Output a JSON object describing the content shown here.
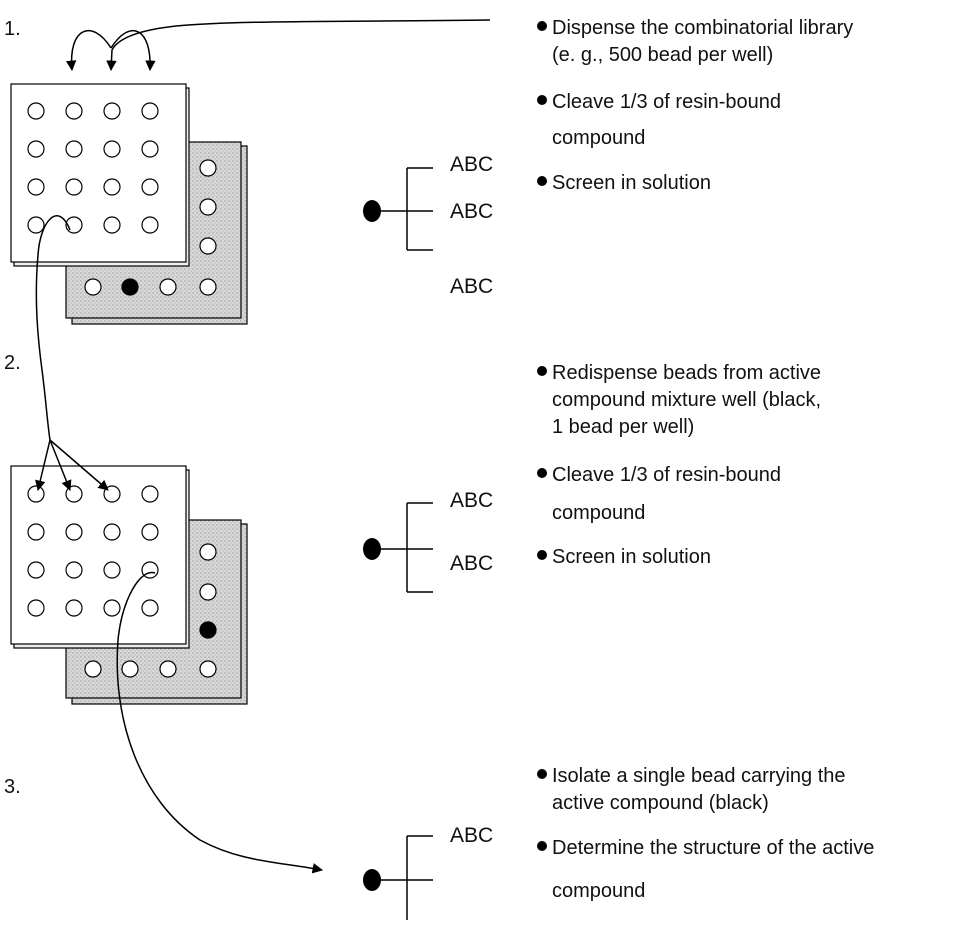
{
  "steps": [
    {
      "number": "1.",
      "labels": [
        "ABC",
        "ABC",
        "ABC"
      ],
      "bullets": [
        {
          "lines": [
            "Dispense the combinatorial library",
            "(e. g.,  500 bead per well)"
          ]
        },
        {
          "lines": [
            "Cleave 1/3 of resin-bound",
            "compound"
          ]
        },
        {
          "lines": [
            "Screen in solution"
          ]
        }
      ]
    },
    {
      "number": "2.",
      "labels": [
        "ABC",
        "ABC"
      ],
      "bullets": [
        {
          "lines": [
            "Redispense beads from active",
            "compound mixture well (black,",
            "1 bead per well)"
          ]
        },
        {
          "lines": [
            "Cleave 1/3 of resin-bound",
            "compound"
          ]
        },
        {
          "lines": [
            "Screen in solution"
          ]
        }
      ]
    },
    {
      "number": "3.",
      "labels": [
        "ABC"
      ],
      "bullets": [
        {
          "lines": [
            "Isolate a single bead carrying the",
            "active compound (black)"
          ]
        },
        {
          "lines": [
            "Determine the structure of the active",
            "compound"
          ]
        }
      ]
    }
  ],
  "colors": {
    "ink": "#000000",
    "plate_shadow": "#c9c9c9",
    "plate_front": "#ffffff"
  }
}
